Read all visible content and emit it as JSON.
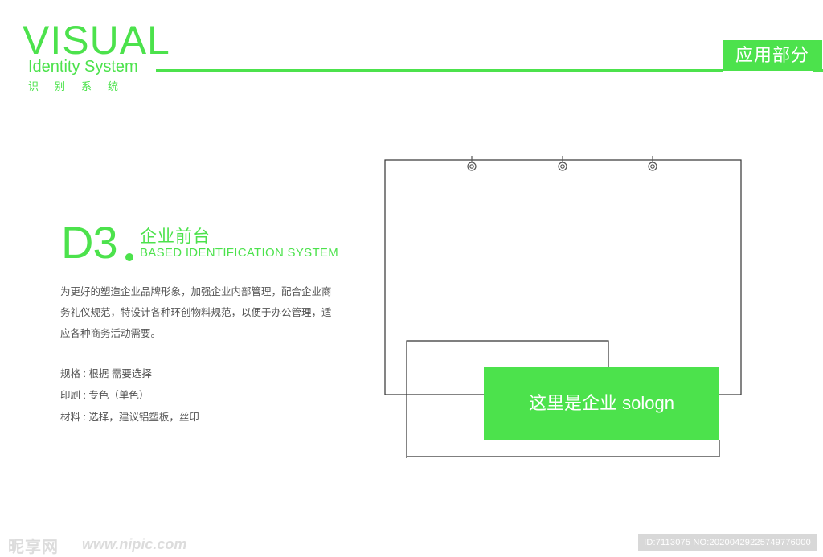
{
  "header": {
    "brand_title": "VISUAL",
    "brand_subtitle": "Identity System",
    "brand_cn": "识别系统",
    "section_tag": "应用部分"
  },
  "section": {
    "code": "D3",
    "title_cn": "企业前台",
    "title_en": "BASED IDENTIFICATION SYSTEM",
    "description": "为更好的塑造企业品牌形象，加强企业内部管理，配合企业商务礼仪规范，特设计各种环创物料规范，以便于办公管理，适应各种商务活动需要。",
    "specs": [
      "规格 : 根据 需要选择",
      "印刷 : 专色（单色）",
      "材料 : 选择，建议铝塑板，丝印"
    ]
  },
  "illustration": {
    "sign_text": "这里是企业 sologn"
  },
  "watermark": {
    "logo": "昵享网",
    "url": "www.nipic.com",
    "id_text": "ID:7113075 NO:20200429225749776000"
  },
  "colors": {
    "accent": "#4ce24c",
    "text": "#555555",
    "line": "#333333"
  }
}
